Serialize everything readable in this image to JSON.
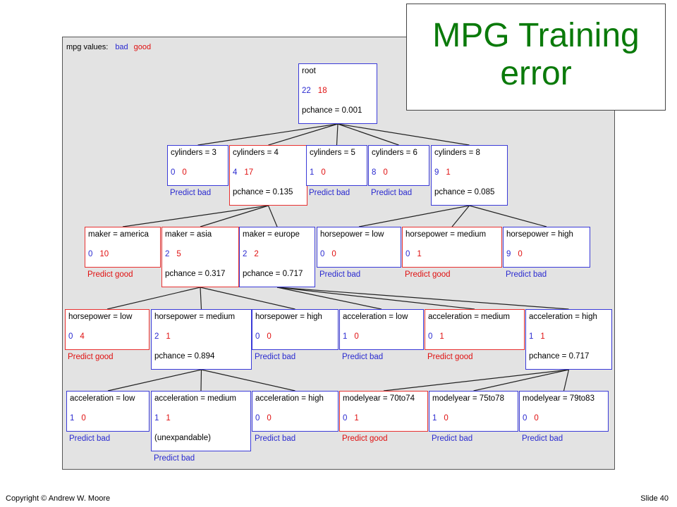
{
  "title": "MPG Training error",
  "legend": {
    "label": "mpg values:",
    "bad": "bad",
    "good": "good"
  },
  "colors": {
    "bad": "#2a2ad0",
    "good": "#e01010",
    "title": "#0a7a0a"
  },
  "nodes": [
    {
      "id": "root",
      "label": "root",
      "bad": "22",
      "good": "18",
      "extra": "pchance = 0.001",
      "predict": "",
      "color": "bad"
    },
    {
      "id": "cyl3",
      "label": "cylinders = 3",
      "bad": "0",
      "good": "0",
      "extra": "",
      "predict": "Predict bad",
      "color": "bad"
    },
    {
      "id": "cyl4",
      "label": "cylinders = 4",
      "bad": "4",
      "good": "17",
      "extra": "pchance = 0.135",
      "predict": "",
      "color": "good"
    },
    {
      "id": "cyl5",
      "label": "cylinders = 5",
      "bad": "1",
      "good": "0",
      "extra": "",
      "predict": "Predict bad",
      "color": "bad"
    },
    {
      "id": "cyl6",
      "label": "cylinders = 6",
      "bad": "8",
      "good": "0",
      "extra": "",
      "predict": "Predict bad",
      "color": "bad"
    },
    {
      "id": "cyl8",
      "label": "cylinders = 8",
      "bad": "9",
      "good": "1",
      "extra": "pchance = 0.085",
      "predict": "",
      "color": "bad"
    },
    {
      "id": "mam",
      "label": "maker = america",
      "bad": "0",
      "good": "10",
      "extra": "",
      "predict": "Predict good",
      "color": "good"
    },
    {
      "id": "mas",
      "label": "maker = asia",
      "bad": "2",
      "good": "5",
      "extra": "pchance = 0.317",
      "predict": "",
      "color": "good"
    },
    {
      "id": "meu",
      "label": "maker = europe",
      "bad": "2",
      "good": "2",
      "extra": "pchance = 0.717",
      "predict": "",
      "color": "bad"
    },
    {
      "id": "hpl8",
      "label": "horsepower = low",
      "bad": "0",
      "good": "0",
      "extra": "",
      "predict": "Predict bad",
      "color": "bad"
    },
    {
      "id": "hpm8",
      "label": "horsepower = medium",
      "bad": "0",
      "good": "1",
      "extra": "",
      "predict": "Predict good",
      "color": "good"
    },
    {
      "id": "hph8",
      "label": "horsepower = high",
      "bad": "9",
      "good": "0",
      "extra": "",
      "predict": "Predict bad",
      "color": "bad"
    },
    {
      "id": "hpla",
      "label": "horsepower = low",
      "bad": "0",
      "good": "4",
      "extra": "",
      "predict": "Predict good",
      "color": "good"
    },
    {
      "id": "hpma",
      "label": "horsepower = medium",
      "bad": "2",
      "good": "1",
      "extra": "pchance = 0.894",
      "predict": "",
      "color": "bad"
    },
    {
      "id": "hpha",
      "label": "horsepower = high",
      "bad": "0",
      "good": "0",
      "extra": "",
      "predict": "Predict bad",
      "color": "bad"
    },
    {
      "id": "acle",
      "label": "acceleration = low",
      "bad": "1",
      "good": "0",
      "extra": "",
      "predict": "Predict bad",
      "color": "bad"
    },
    {
      "id": "acme",
      "label": "acceleration = medium",
      "bad": "0",
      "good": "1",
      "extra": "",
      "predict": "Predict good",
      "color": "good"
    },
    {
      "id": "ache",
      "label": "acceleration = high",
      "bad": "1",
      "good": "1",
      "extra": "pchance = 0.717",
      "predict": "",
      "color": "bad"
    },
    {
      "id": "acl2",
      "label": "acceleration = low",
      "bad": "1",
      "good": "0",
      "extra": "",
      "predict": "Predict bad",
      "color": "bad"
    },
    {
      "id": "acm2",
      "label": "acceleration = medium",
      "bad": "1",
      "good": "1",
      "extra": "(unexpandable)",
      "predict": "Predict bad",
      "color": "bad"
    },
    {
      "id": "ach2",
      "label": "acceleration = high",
      "bad": "0",
      "good": "0",
      "extra": "",
      "predict": "Predict bad",
      "color": "bad"
    },
    {
      "id": "my70",
      "label": "modelyear = 70to74",
      "bad": "0",
      "good": "1",
      "extra": "",
      "predict": "Predict good",
      "color": "good"
    },
    {
      "id": "my75",
      "label": "modelyear = 75to78",
      "bad": "1",
      "good": "0",
      "extra": "",
      "predict": "Predict bad",
      "color": "bad"
    },
    {
      "id": "my79",
      "label": "modelyear = 79to83",
      "bad": "0",
      "good": "0",
      "extra": "",
      "predict": "Predict bad",
      "color": "bad"
    }
  ],
  "edges": [
    [
      "root",
      "cyl3"
    ],
    [
      "root",
      "cyl4"
    ],
    [
      "root",
      "cyl5"
    ],
    [
      "root",
      "cyl6"
    ],
    [
      "root",
      "cyl8"
    ],
    [
      "cyl4",
      "mam"
    ],
    [
      "cyl4",
      "mas"
    ],
    [
      "cyl4",
      "meu"
    ],
    [
      "cyl8",
      "hpl8"
    ],
    [
      "cyl8",
      "hpm8"
    ],
    [
      "cyl8",
      "hph8"
    ],
    [
      "mas",
      "hpla"
    ],
    [
      "mas",
      "hpma"
    ],
    [
      "mas",
      "hpha"
    ],
    [
      "meu",
      "acle"
    ],
    [
      "meu",
      "acme"
    ],
    [
      "meu",
      "ache"
    ],
    [
      "hpma",
      "acl2"
    ],
    [
      "hpma",
      "acm2"
    ],
    [
      "hpma",
      "ach2"
    ],
    [
      "ache",
      "my70"
    ],
    [
      "ache",
      "my75"
    ],
    [
      "ache",
      "my79"
    ]
  ],
  "footer": {
    "copyright": "Copyright © Andrew W. Moore",
    "slide": "Slide 40"
  }
}
